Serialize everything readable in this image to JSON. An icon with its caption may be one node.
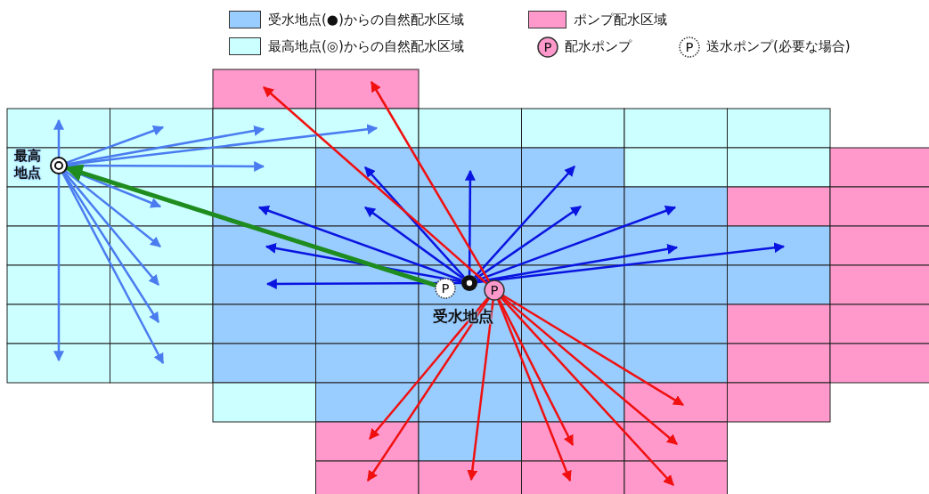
{
  "diagram": {
    "nodes": [
      {
        "text": [],
        "shape": "circle",
        "beside": [
          "最高地点"
        ]
      },
      {
        "text": [],
        "shape": "circle",
        "beside": [
          "受水地点"
        ]
      },
      {
        "text": [
          "P"
        ]
      },
      {
        "text": [
          "P"
        ]
      }
    ],
    "edges": [
      {
        "from": 0,
        "to": null,
        "arrow": "to",
        "color": "#4a7cf0"
      },
      {
        "from": 0,
        "to": null,
        "arrow": "to",
        "color": "#4a7cf0"
      },
      {
        "from": 0,
        "to": null,
        "arrow": "to",
        "color": "#4a7cf0"
      },
      {
        "from": 0,
        "to": null,
        "arrow": "to",
        "color": "#4a7cf0"
      },
      {
        "from": 0,
        "to": null,
        "arrow": "to",
        "color": "#4a7cf0"
      },
      {
        "from": 0,
        "to": null,
        "arrow": "to",
        "color": "#4a7cf0"
      },
      {
        "from": 0,
        "to": null,
        "arrow": "to",
        "color": "#4a7cf0"
      },
      {
        "from": 0,
        "to": null,
        "arrow": "to",
        "color": "#4a7cf0"
      },
      {
        "from": 0,
        "to": null,
        "arrow": "to",
        "color": "#4a7cf0"
      },
      {
        "from": 0,
        "to": null,
        "arrow": "to",
        "color": "#4a7cf0"
      },
      {
        "from": 0,
        "to": null,
        "arrow": "to",
        "color": "#4a7cf0"
      },
      {
        "from": 1,
        "to": null,
        "arrow": "to",
        "color": "#0a14e0"
      },
      {
        "from": 1,
        "to": null,
        "arrow": "to",
        "color": "#0a14e0"
      },
      {
        "from": 1,
        "to": null,
        "arrow": "to",
        "color": "#0a14e0"
      },
      {
        "from": 1,
        "to": null,
        "arrow": "to",
        "color": "#0a14e0"
      },
      {
        "from": 1,
        "to": null,
        "arrow": "to",
        "color": "#0a14e0"
      },
      {
        "from": 1,
        "to": null,
        "arrow": "to",
        "color": "#0a14e0"
      },
      {
        "from": 1,
        "to": null,
        "arrow": "to",
        "color": "#0a14e0"
      },
      {
        "from": 1,
        "to": null,
        "arrow": "to",
        "color": "#0a14e0"
      },
      {
        "from": 1,
        "to": null,
        "arrow": "to",
        "color": "#0a14e0"
      },
      {
        "from": 1,
        "to": null,
        "arrow": "to",
        "color": "#0a14e0"
      },
      {
        "from": 1,
        "to": null,
        "arrow": "to",
        "color": "#0a14e0"
      },
      {
        "from": 2,
        "to": null,
        "arrow": "to",
        "color": "#f01010"
      },
      {
        "from": 2,
        "to": null,
        "arrow": "to",
        "color": "#f01010"
      },
      {
        "from": 2,
        "to": null,
        "arrow": "to",
        "color": "#f01010"
      },
      {
        "from": 2,
        "to": null,
        "arrow": "to",
        "color": "#f01010"
      },
      {
        "from": 2,
        "to": null,
        "arrow": "to",
        "color": "#f01010"
      },
      {
        "from": 2,
        "to": null,
        "arrow": "to",
        "color": "#f01010"
      },
      {
        "from": 2,
        "to": null,
        "arrow": "to",
        "color": "#f01010"
      },
      {
        "from": 2,
        "to": null,
        "arrow": "to",
        "color": "#f01010"
      },
      {
        "from": 2,
        "to": null,
        "arrow": "to",
        "color": "#f01010"
      },
      {
        "from": 2,
        "to": null,
        "arrow": "to",
        "color": "#f01010"
      },
      {
        "from": 3,
        "to": 0,
        "arrow": "to",
        "style": "thick",
        "color": "#1e8c1e"
      }
    ],
    "labels": [
      "P",
      "P"
    ],
    "legend": [
      {
        "text": "受水地点(●)からの自然配水区域",
        "color": "#99ccff"
      },
      {
        "text": "ポンプ配水区域",
        "color": "#ff99cc"
      },
      {
        "text": "最高地点(◎)からの自然配水区域",
        "color": "#ccffff"
      },
      {
        "text": "配水ポンプ"
      },
      {
        "text": "送水ポンプ(必要な場合)"
      }
    ]
  }
}
